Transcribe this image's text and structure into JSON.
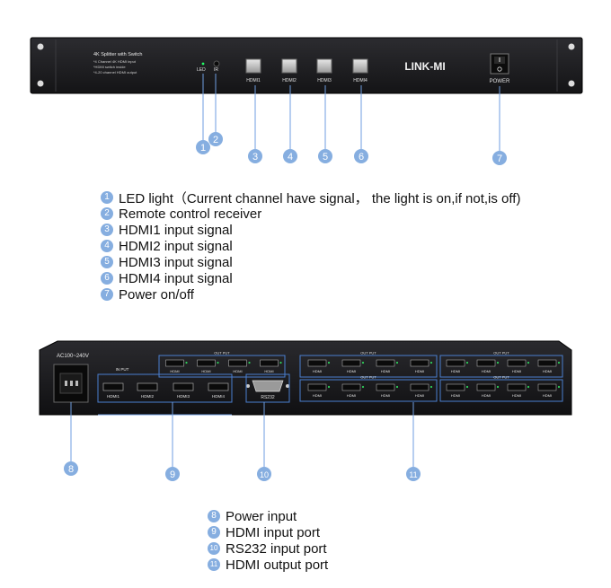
{
  "front_panel": {
    "title": "4K Splitter with Switch",
    "spec_lines": [
      "*4 Channel 4K HDMI input",
      "*HDMI switch inside",
      "*4-20 channel HDMI output"
    ],
    "led_label": "LED",
    "ir_label": "IR",
    "hdmi_buttons": [
      "HDMI1",
      "HDMI2",
      "HDMI3",
      "HDMI4"
    ],
    "brand": "LINK-MI",
    "power_label": "POWER",
    "callouts": [
      "1",
      "2",
      "3",
      "4",
      "5",
      "6",
      "7"
    ]
  },
  "rear_panel": {
    "power_rating": "AC100~240V",
    "input_label": "IN PUT",
    "input_ports": [
      "HDMI1",
      "HDMI2",
      "HDMI3",
      "HDMI4"
    ],
    "rs232_label": "RS232",
    "output_label": "OUT PUT",
    "output_port_label": "HDMI",
    "callouts": [
      "8",
      "9",
      "10",
      "11"
    ]
  },
  "legend_front": [
    {
      "num": "1",
      "text": "LED light（Current channel have signal， the light is on,if not,is off)"
    },
    {
      "num": "2",
      "text": "Remote control receiver"
    },
    {
      "num": "3",
      "text": "HDMI1 input signal"
    },
    {
      "num": "4",
      "text": "HDMI2 input signal"
    },
    {
      "num": "5",
      "text": "HDMI3 input signal"
    },
    {
      "num": "6",
      "text": "HDMI4 input signal"
    },
    {
      "num": "7",
      "text": "Power on/off"
    }
  ],
  "legend_rear": [
    {
      "num": "8",
      "text": "Power input"
    },
    {
      "num": "9",
      "text": "HDMI input port"
    },
    {
      "num": "10",
      "text": "RS232 input port"
    },
    {
      "num": "11",
      "text": "HDMI output port"
    }
  ],
  "colors": {
    "callout": "#86aee0",
    "panel": "#1b1b1d",
    "accent_blue": "#4a7fd0"
  }
}
